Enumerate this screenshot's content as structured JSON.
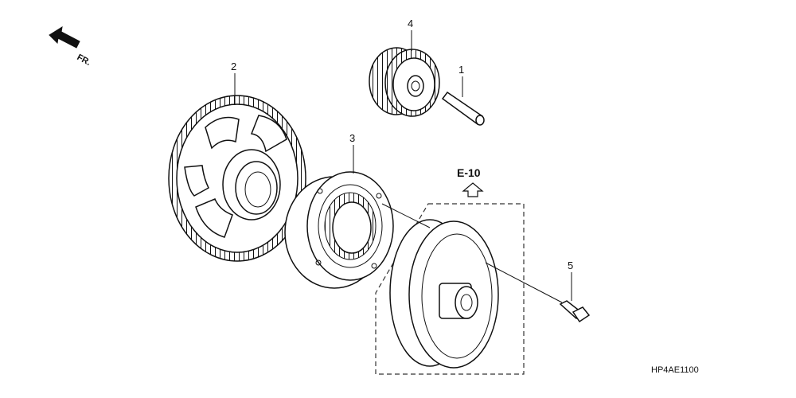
{
  "direction_label": "FR.",
  "reference": {
    "label": "E-10"
  },
  "callouts": {
    "p1": "1",
    "p2": "2",
    "p3": "3",
    "p4": "4",
    "p5": "5"
  },
  "diagram_code": "HP4AE1100"
}
